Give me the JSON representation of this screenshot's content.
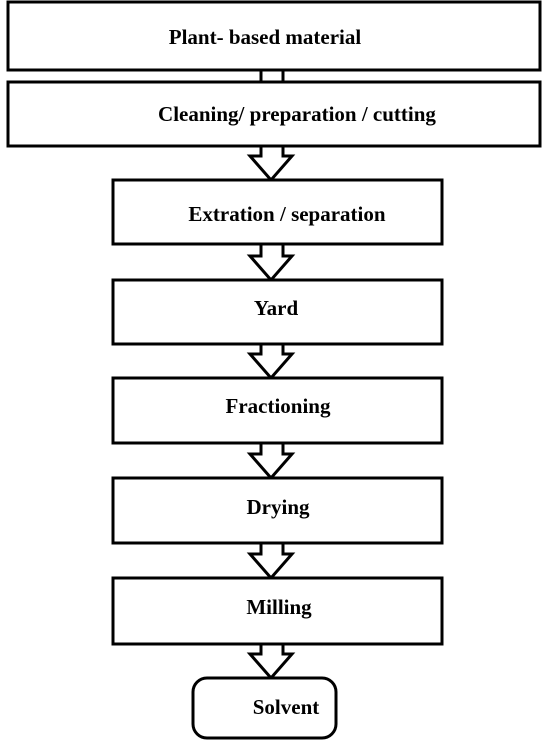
{
  "colors": {
    "stroke": "#000000",
    "fill": "#ffffff",
    "text": "#000000"
  },
  "steps": [
    {
      "label": "Plant- based material",
      "shape": "rect"
    },
    {
      "label": "Cleaning/ preparation / cutting",
      "shape": "rect"
    },
    {
      "label": "Extration / separation",
      "shape": "rect"
    },
    {
      "label": "Yard",
      "shape": "rect"
    },
    {
      "label": "Fractioning",
      "shape": "rect"
    },
    {
      "label": "Drying",
      "shape": "rect"
    },
    {
      "label": "Milling",
      "shape": "rect"
    },
    {
      "label": "Solvent",
      "shape": "rounded"
    }
  ],
  "connectors": [
    {
      "from": 0,
      "to": 1,
      "type": "open-arrow"
    },
    {
      "from": 1,
      "to": 2,
      "type": "open-arrow"
    },
    {
      "from": 2,
      "to": 3,
      "type": "open-arrow"
    },
    {
      "from": 3,
      "to": 4,
      "type": "open-arrow"
    },
    {
      "from": 4,
      "to": 5,
      "type": "open-arrow"
    },
    {
      "from": 5,
      "to": 6,
      "type": "open-arrow"
    },
    {
      "from": 6,
      "to": 7,
      "type": "open-arrow"
    }
  ]
}
